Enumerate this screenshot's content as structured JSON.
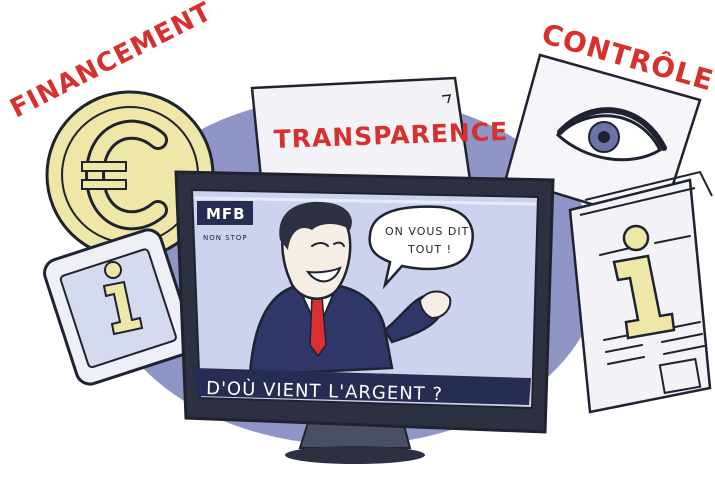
{
  "labels": {
    "financement": "FINANCEMENT",
    "transparence": "TRANSPARENCE",
    "controle": "CONTRÔLE"
  },
  "tv": {
    "channel_logo": "MFB",
    "channel_tagline": "NON STOP",
    "speech_line1": "ON VOUS DIT",
    "speech_line2": "TOUT !",
    "banner": "D'OÙ VIENT L'ARGENT ?"
  },
  "colors": {
    "accent_red": "#d8302f",
    "coin_yellow": "#efe7a8",
    "background_oval": "#8f95c6",
    "tv_frame": "#2c3040",
    "banner_bg": "#272d52",
    "screen_bg": "#cdd3ee"
  },
  "icons": [
    "euro-coin-icon",
    "phone-info-icon",
    "newspaper-info-icon",
    "eye-icon",
    "monitor-icon"
  ]
}
